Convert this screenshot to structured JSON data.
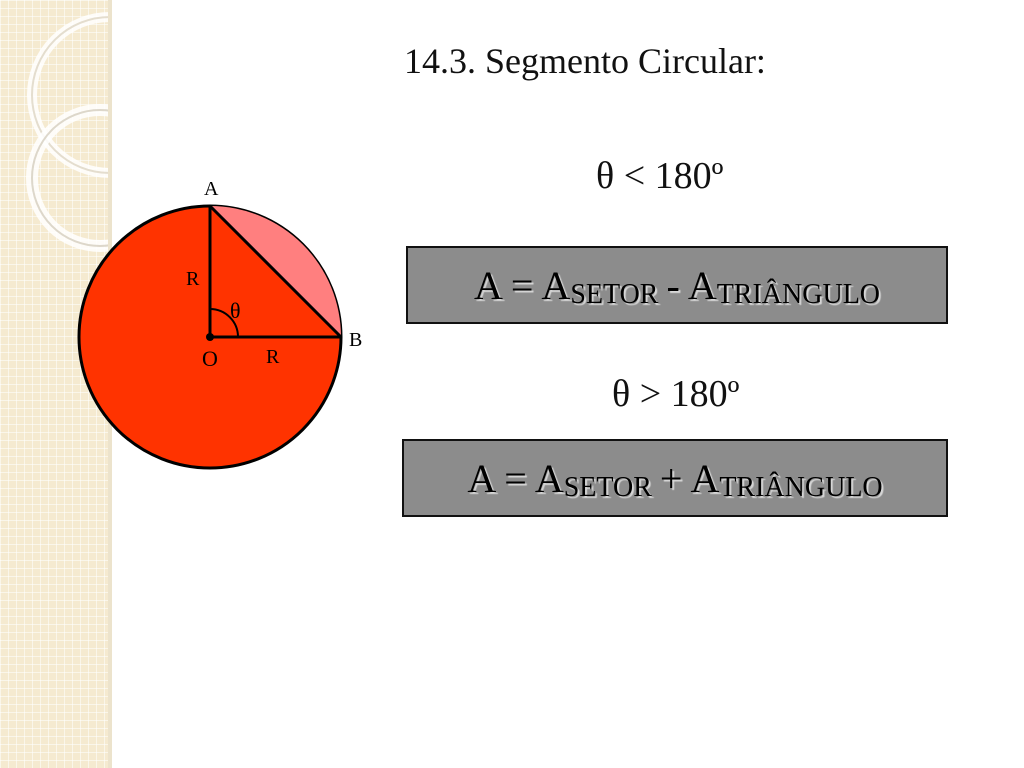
{
  "slide": {
    "title": "14.3. Segmento Circular:"
  },
  "diagram": {
    "labels": {
      "point_a": "A",
      "point_b": "B",
      "center": "O",
      "radius_vertical": "R",
      "radius_horizontal": "R",
      "angle": "θ"
    },
    "colors": {
      "circle_fill": "#ff3300",
      "segment_fill": "#ff7f7f",
      "stroke": "#000000"
    }
  },
  "cases": [
    {
      "condition": "θ < 180º",
      "formula": {
        "a": "A",
        "eq": "=",
        "a_main": "A",
        "sub_1": "SETOR",
        "operator": "-",
        "a_second": "A",
        "sub_2": "TRIÂNGULO"
      }
    },
    {
      "condition": "θ > 180º",
      "formula": {
        "a": "A",
        "eq": "=",
        "a_main": "A",
        "sub_1": "SETOR",
        "operator": "+",
        "a_second": "A",
        "sub_2": "TRIÂNGULO"
      }
    }
  ],
  "colors": {
    "formula_box_bg": "#8c8c8c",
    "side_strip": "#f5ead0"
  }
}
